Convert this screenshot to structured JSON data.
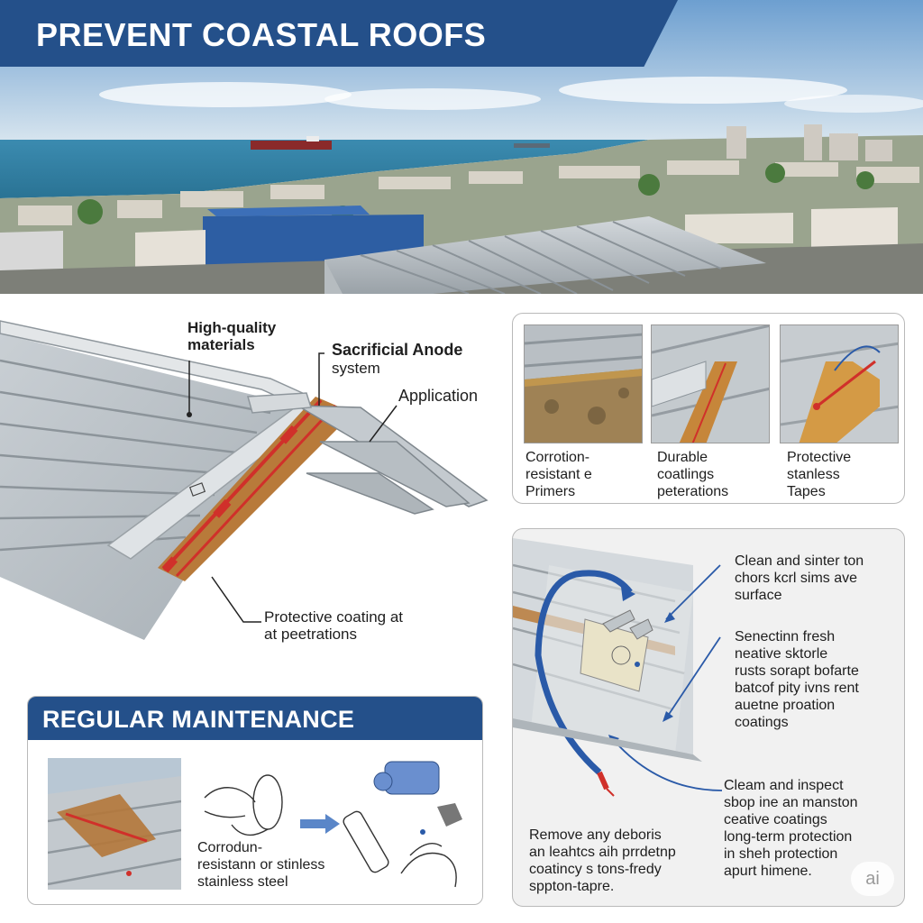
{
  "header": {
    "title": "PREVENT COASTAL ROOFS"
  },
  "diagram": {
    "label_materials": "High-quality\nmaterials",
    "label_anode": "Sacrificial Anode",
    "label_anode_sub": "system",
    "label_application": "Application",
    "label_coating": "Protective coating at\nat peetrations"
  },
  "products": [
    {
      "label": "Corrotion-\nresistant  e\nPrimers"
    },
    {
      "label": "Durable\ncoatlings\npeterations"
    },
    {
      "label": "Protective\nstanless\nTapes"
    }
  ],
  "maintenance": {
    "title": "REGULAR MAINTENANCE",
    "caption": "Corrodun-\nresistann or stinless\nstainless steel"
  },
  "tips": {
    "tip1": "Clean and sinter ton\nchors kcrl sims ave\nsurface",
    "tip2": "Senectinn fresh\nneative sktorle\nrusts sorapt bofarte\nbatcof pity ivns rent\nauetne proation\ncoatings",
    "tip3": "Cleam and inspect\nsbop ine an manston\nceative coatings\nlong-term protection\nin sheh protection\napurt himene.",
    "tip4": "Remove any deboris\nan leahtcs aih prrdetnp\ncoatincy s tons-fredy\nsppton-tapre."
  },
  "watermark": "ai",
  "colors": {
    "brand_blue": "#24508a",
    "rust": "#b87a3a",
    "anode_red": "#d0302a",
    "hose_blue": "#2a5aa8"
  }
}
